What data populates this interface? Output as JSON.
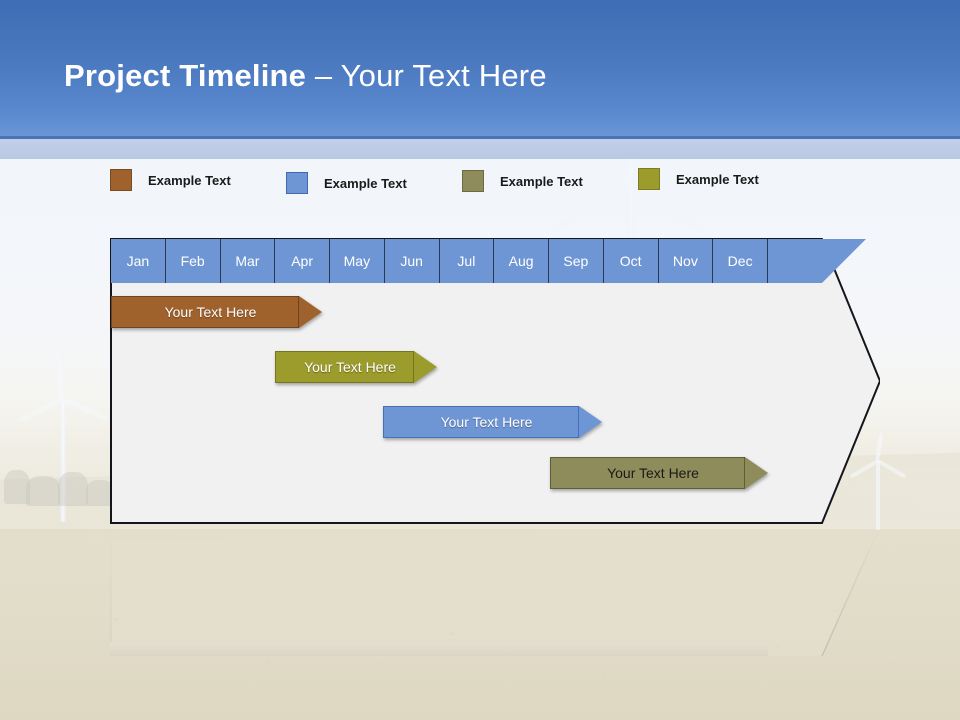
{
  "slide": {
    "title_bold": "Project Timeline",
    "title_separator": " – ",
    "title_light": "Your Text Here"
  },
  "legend": {
    "items": [
      {
        "label": "Example Text",
        "color": "#a0622d",
        "border": "#7a4a22"
      },
      {
        "label": "Example Text",
        "color": "#6f96d4",
        "border": "#3f6ab0"
      },
      {
        "label": "Example Text",
        "color": "#8e8c5a",
        "border": "#6d6b42"
      },
      {
        "label": "Example Text",
        "color": "#9b9c2b",
        "border": "#7b7c22"
      }
    ]
  },
  "chart_data": {
    "type": "bar",
    "title": "Project Timeline",
    "xlabel": "",
    "ylabel": "",
    "categories": [
      "Jan",
      "Feb",
      "Mar",
      "Apr",
      "May",
      "Jun",
      "Jul",
      "Aug",
      "Sep",
      "Oct",
      "Nov",
      "Dec"
    ],
    "series": [
      {
        "name": "Example Text",
        "label": "Your  Text Here",
        "start_month": 1,
        "end_month": 4,
        "color": "#a0622d",
        "border": "#6e4320",
        "text_color": "#ffffff"
      },
      {
        "name": "Example Text",
        "label": "Your  Text Here",
        "start_month": 4,
        "end_month": 7,
        "color": "#9b9c2b",
        "border": "#75761f",
        "text_color": "#ffffff"
      },
      {
        "name": "Example Text",
        "label": "Your  Text Here",
        "start_month": 6,
        "end_month": 10,
        "color": "#6f96d4",
        "border": "#4472b5",
        "text_color": "#ffffff"
      },
      {
        "name": "Example Text",
        "label": "Your  Text Here",
        "start_month": 9,
        "end_month": 13,
        "color": "#8e8c5a",
        "border": "#5f5e3a",
        "text_color": "#1a1a1a"
      }
    ],
    "header_color": "#6f96d4",
    "header_text_color": "#ffffff",
    "stripe_odd": "#f1f1f1",
    "stripe_even": "#ffffff",
    "grid": true,
    "legend_position": "top"
  },
  "months": [
    {
      "label": "Jan"
    },
    {
      "label": "Feb"
    },
    {
      "label": "Mar"
    },
    {
      "label": "Apr"
    },
    {
      "label": "May"
    },
    {
      "label": "Jun"
    },
    {
      "label": "Jul"
    },
    {
      "label": "Aug"
    },
    {
      "label": "Sep"
    },
    {
      "label": "Oct"
    },
    {
      "label": "Nov"
    },
    {
      "label": "Dec"
    }
  ],
  "bars": [
    {
      "label": "Your  Text Here"
    },
    {
      "label": "Your  Text Here"
    },
    {
      "label": "Your  Text Here"
    },
    {
      "label": "Your  Text Here"
    }
  ]
}
